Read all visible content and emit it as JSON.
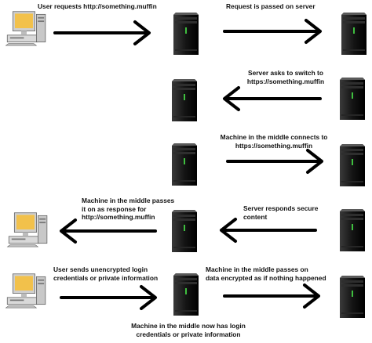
{
  "labels": {
    "step1_user_request": "User requests http://something.muffin",
    "step2_passed_on": "Request is passed on server",
    "step3_switch": "Server asks to switch to\nhttps://something.muffin",
    "step4_mitm_connects": "Machine in the middle connects to\nhttps://something.muffin",
    "step5_server_responds": "Server responds secure\ncontent",
    "step6_mitm_passes": "Machine in the middle passes\nit on as response for\nhttp://something.muffin",
    "step7_user_sends": "User sends unencrypted login\ncredentials or private information",
    "step8_mitm_passes_encrypted": "Machine in the middle passes on\ndata encrypted as if nothing happened",
    "step9_mitm_has_login": "Machine in the middle now has login\ncredentials or private information"
  },
  "icons": {
    "client": "desktop-computer-icon",
    "middle": "server-tower-icon",
    "server": "server-tower-icon"
  },
  "colors": {
    "arrow": "#000000",
    "server_body": "#1b1b1b",
    "server_light": "#3fbf3f",
    "computer_case": "#d9d9d9",
    "monitor_screen": "#f2c14b"
  }
}
